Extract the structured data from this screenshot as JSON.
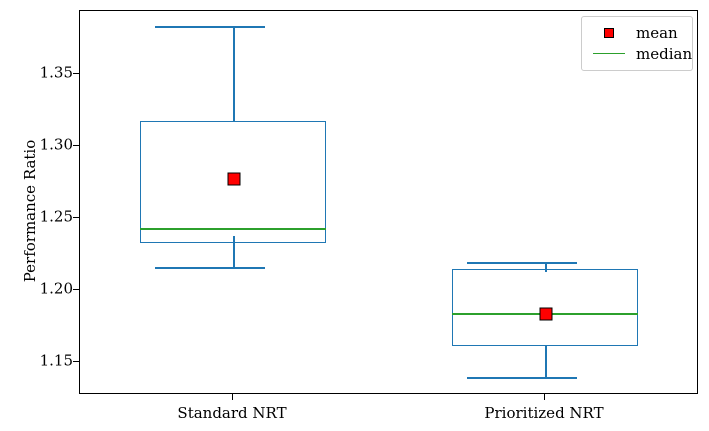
{
  "chart_data": {
    "type": "box",
    "title": "",
    "xlabel": "",
    "ylabel": "Performance Ratio",
    "categories": [
      "Standard NRT",
      "Prioritized NRT"
    ],
    "ylim": [
      1.1275,
      1.394
    ],
    "yticks": [
      1.15,
      1.2,
      1.25,
      1.3,
      1.35
    ],
    "ytick_labels": [
      "1.15",
      "1.20",
      "1.25",
      "1.30",
      "1.35"
    ],
    "grid": false,
    "legend": {
      "position": "upper right",
      "entries": [
        {
          "label": "mean",
          "marker": "square",
          "color": "#ff0000",
          "edge_color": "#000000"
        },
        {
          "label": "median",
          "marker": "line",
          "color": "#2ca02c"
        }
      ]
    },
    "box_color": "#1f77b4",
    "median_color": "#2ca02c",
    "mean_color": "#ff0000",
    "boxes": [
      {
        "name": "Standard NRT",
        "whisker_low": 1.213,
        "q1": 1.2325,
        "median": 1.238,
        "q3": 1.3165,
        "whisker_high": 1.383,
        "mean": 1.276,
        "outliers": []
      },
      {
        "name": "Prioritized NRT",
        "whisker_low": 1.1345,
        "q1": 1.1565,
        "median": 1.1795,
        "q3": 1.2115,
        "whisker_high": 1.2185,
        "mean": 1.1805,
        "outliers": []
      }
    ]
  },
  "legend": {
    "mean_label": "mean",
    "median_label": "median"
  },
  "axes": {
    "ylabel": "Performance Ratio",
    "ytick_labels": [
      "1.35",
      "1.30",
      "1.25",
      "1.20",
      "1.15"
    ],
    "xtick_labels": [
      "Standard NRT",
      "Prioritized NRT"
    ]
  }
}
